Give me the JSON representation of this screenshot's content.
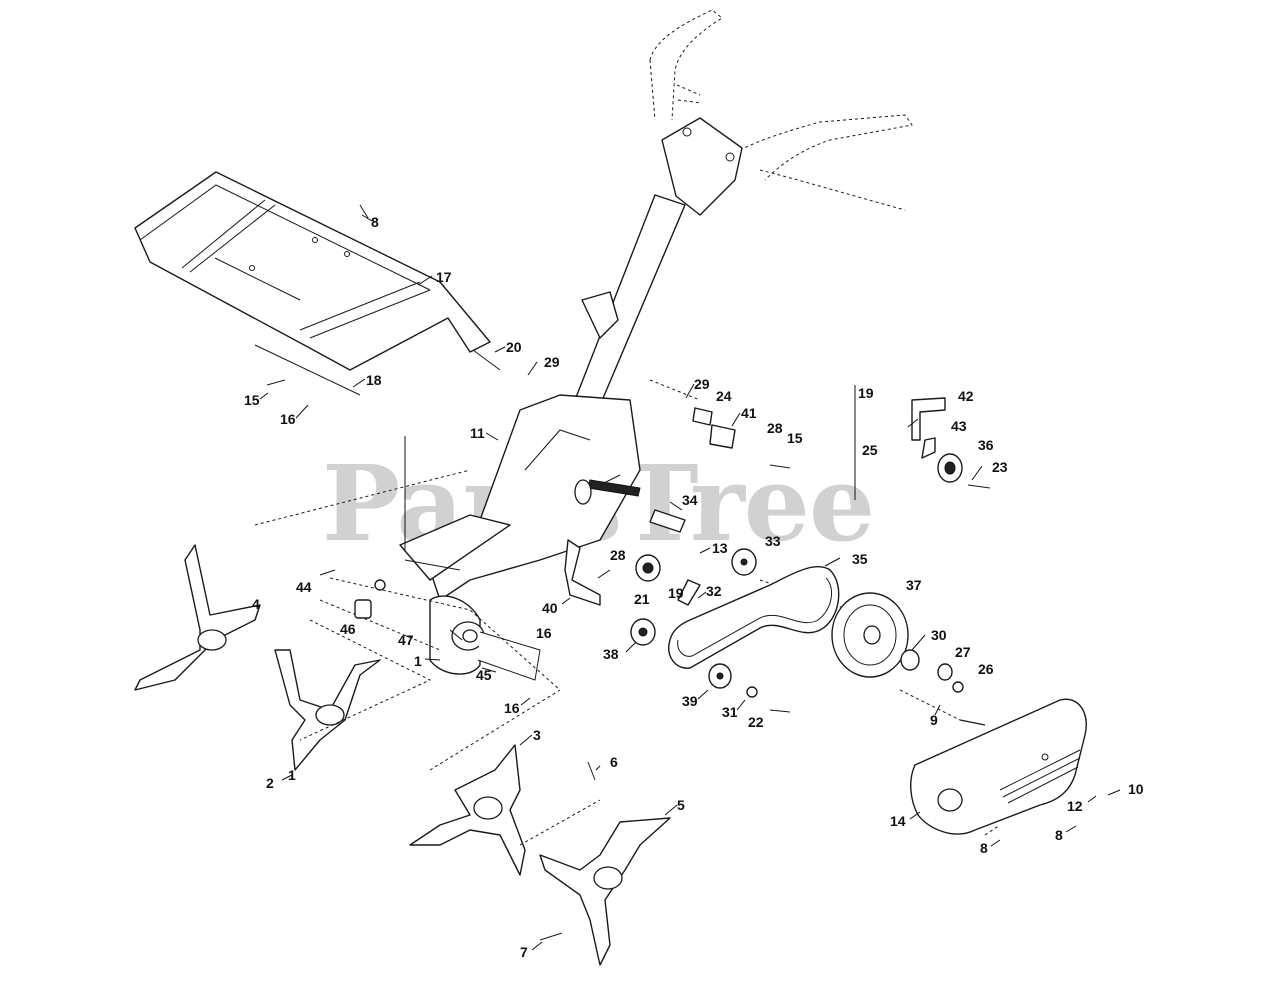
{
  "watermark": "PartsTree",
  "callouts": [
    {
      "id": "c-8-top",
      "text": "8"
    },
    {
      "id": "c-17",
      "text": "17"
    },
    {
      "id": "c-20",
      "text": "20"
    },
    {
      "id": "c-29-a",
      "text": "29"
    },
    {
      "id": "c-18",
      "text": "18"
    },
    {
      "id": "c-15-a",
      "text": "15"
    },
    {
      "id": "c-16-a",
      "text": "16"
    },
    {
      "id": "c-11",
      "text": "11"
    },
    {
      "id": "c-29-b",
      "text": "29"
    },
    {
      "id": "c-24",
      "text": "24"
    },
    {
      "id": "c-41",
      "text": "41"
    },
    {
      "id": "c-28-a",
      "text": "28"
    },
    {
      "id": "c-15-b",
      "text": "15"
    },
    {
      "id": "c-19-a",
      "text": "19"
    },
    {
      "id": "c-42",
      "text": "42"
    },
    {
      "id": "c-25",
      "text": "25"
    },
    {
      "id": "c-43",
      "text": "43"
    },
    {
      "id": "c-36",
      "text": "36"
    },
    {
      "id": "c-23",
      "text": "23"
    },
    {
      "id": "c-34",
      "text": "34"
    },
    {
      "id": "c-13",
      "text": "13"
    },
    {
      "id": "c-33",
      "text": "33"
    },
    {
      "id": "c-35",
      "text": "35"
    },
    {
      "id": "c-28-b",
      "text": "28"
    },
    {
      "id": "c-19-b",
      "text": "19"
    },
    {
      "id": "c-21",
      "text": "21"
    },
    {
      "id": "c-32",
      "text": "32"
    },
    {
      "id": "c-40",
      "text": "40"
    },
    {
      "id": "c-37",
      "text": "37"
    },
    {
      "id": "c-44",
      "text": "44"
    },
    {
      "id": "c-4",
      "text": "4"
    },
    {
      "id": "c-46",
      "text": "46"
    },
    {
      "id": "c-47",
      "text": "47"
    },
    {
      "id": "c-16-b",
      "text": "16"
    },
    {
      "id": "c-38",
      "text": "38"
    },
    {
      "id": "c-30",
      "text": "30"
    },
    {
      "id": "c-27",
      "text": "27"
    },
    {
      "id": "c-26",
      "text": "26"
    },
    {
      "id": "c-1-a",
      "text": "1"
    },
    {
      "id": "c-45",
      "text": "45"
    },
    {
      "id": "c-39",
      "text": "39"
    },
    {
      "id": "c-31",
      "text": "31"
    },
    {
      "id": "c-22",
      "text": "22"
    },
    {
      "id": "c-9",
      "text": "9"
    },
    {
      "id": "c-16-c",
      "text": "16"
    },
    {
      "id": "c-3",
      "text": "3"
    },
    {
      "id": "c-2",
      "text": "2"
    },
    {
      "id": "c-1-b",
      "text": "1"
    },
    {
      "id": "c-6",
      "text": "6"
    },
    {
      "id": "c-5",
      "text": "5"
    },
    {
      "id": "c-10",
      "text": "10"
    },
    {
      "id": "c-12",
      "text": "12"
    },
    {
      "id": "c-14",
      "text": "14"
    },
    {
      "id": "c-8-b",
      "text": "8"
    },
    {
      "id": "c-8-c",
      "text": "8"
    },
    {
      "id": "c-7",
      "text": "7"
    }
  ]
}
